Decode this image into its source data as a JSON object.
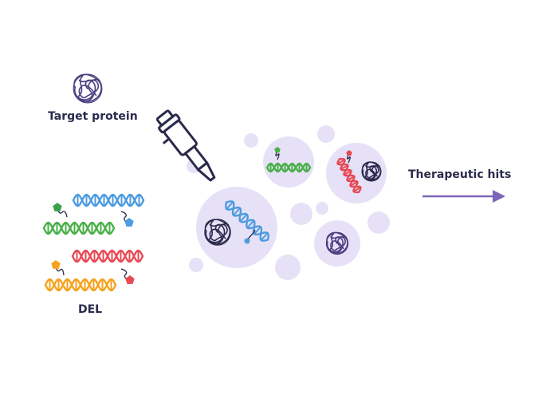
{
  "labels": {
    "target_protein": "Target protein",
    "del": "DEL",
    "therapeutic_hits": "Therapeutic hits"
  },
  "colors": {
    "ink": "#2b2a4c",
    "bubble": "#e7e1f7",
    "arrow": "#7b66b8",
    "dna_blue": "#4d9be0",
    "dna_green": "#4ab04a",
    "dna_red": "#e84a55",
    "dna_orange": "#f5a21c",
    "protein_dark": "#2b2a4c",
    "protein_purple": "#4b3f80"
  },
  "icons": {
    "protein": "tangled-protein-icon",
    "pipette": "pipette-icon",
    "dna": "dna-helix-icon",
    "ligand": "pentagon-ligand-icon",
    "arrow": "right-arrow-icon"
  }
}
